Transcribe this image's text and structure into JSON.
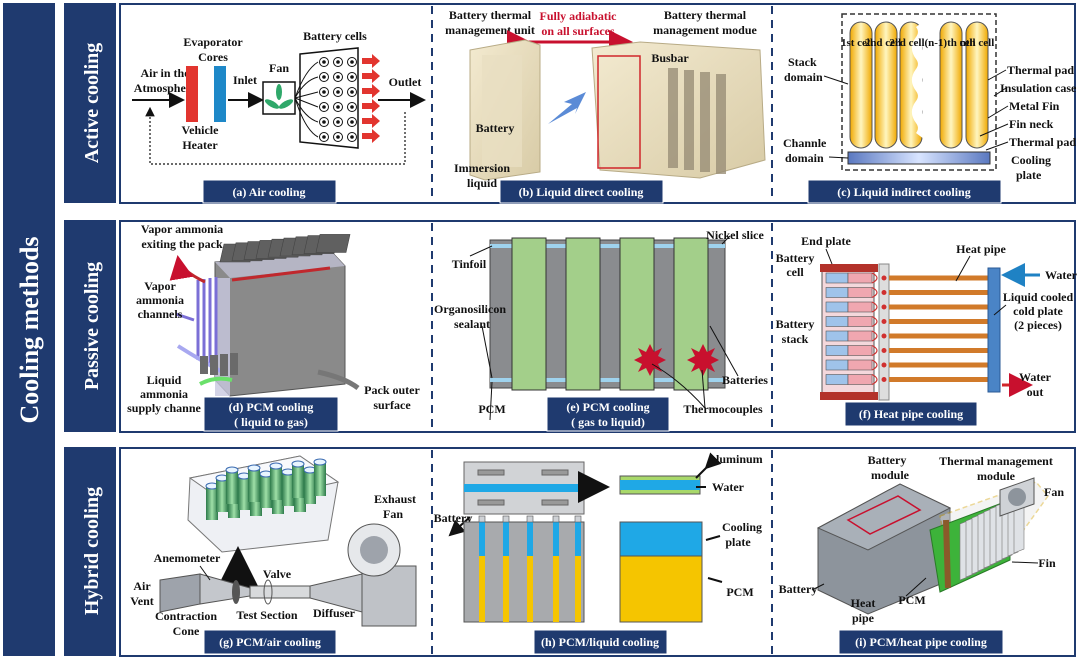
{
  "main_title": "Cooling methods",
  "rows": [
    {
      "title": "Active cooling"
    },
    {
      "title": "Passive cooling"
    },
    {
      "title": "Hybrid cooling"
    }
  ],
  "captions": {
    "a": "(a) Air cooling",
    "b": "(b) Liquid direct cooling",
    "c": "(c) Liquid indirect cooling",
    "d1": "(d) PCM cooling",
    "d2": "( liquid to gas)",
    "e1": "(e) PCM cooling",
    "e2": "( gas to liquid)",
    "f": "(f) Heat pipe cooling",
    "g": "(g) PCM/air cooling",
    "h": "(h) PCM/liquid cooling",
    "i": "(i) PCM/heat pipe cooling"
  },
  "panel_a": {
    "air_in_1": "Air in the",
    "air_in_2": "Atmosphere",
    "evap_1": "Evaporator",
    "evap_2": "Cores",
    "vehicle": "Vehicle",
    "heater": "Heater",
    "inlet": "Inlet",
    "fan": "Fan",
    "battery_cells": "Battery cells",
    "outlet": "Outlet"
  },
  "panel_b": {
    "btmu_1": "Battery thermal",
    "btmu_2": "management unit",
    "adiabatic_1": "Fully adiabatic",
    "adiabatic_2": "on all surfaces",
    "btmm_1": "Battery thermal",
    "btmm_2": "management modue",
    "busbar": "Busbar",
    "battery": "Battery",
    "immersion_1": "Immersion",
    "immersion_2": "liquid"
  },
  "panel_c": {
    "cells": [
      "1st cell",
      "2nd cell",
      "2rd cell",
      "(n-1)th cell",
      "nth cell"
    ],
    "stack_1": "Stack",
    "stack_2": "domain",
    "channel_1": "Channle",
    "channel_2": "domain",
    "thermal_pad": "Thermal pad",
    "insulation": "Insulation case",
    "metal_fin": "Metal Fin",
    "fin_neck": "Fin neck",
    "thermal_pad2": "Thermal pad",
    "cooling_1": "Cooling",
    "cooling_2": "plate"
  },
  "panel_d": {
    "vapor_exit_1": "Vapor ammonia",
    "vapor_exit_2": "exiting the pack",
    "vapor_ch_1": "Vapor",
    "vapor_ch_2": "ammonia",
    "vapor_ch_3": "channels",
    "liquid_1": "Liquid",
    "liquid_2": "ammonia",
    "liquid_3": "supply channe",
    "pack_1": "Pack outer",
    "pack_2": "surface"
  },
  "panel_e": {
    "nickel": "Nickel slice",
    "tinfoil": "Tinfoil",
    "organo_1": "Organosilicon",
    "organo_2": "sealant",
    "pcm": "PCM",
    "batteries": "Batteries",
    "thermocouples": "Thermocouples"
  },
  "panel_f": {
    "end_plate": "End plate",
    "battery_cell_1": "Battery",
    "battery_cell_2": "cell",
    "heat_pipe": "Heat pipe",
    "water_in": "Water in",
    "lcc_1": "Liquid cooled",
    "lcc_2": "cold plate",
    "lcc_3": "(2 pieces)",
    "stack_1": "Battery",
    "stack_2": "stack",
    "water_out_1": "Water",
    "water_out_2": "out"
  },
  "panel_g": {
    "exhaust_1": "Exhaust",
    "exhaust_2": "Fan",
    "anemometer": "Anemometer",
    "air_1": "Air",
    "air_2": "Vent",
    "valve": "Valve",
    "contraction_1": "Contraction",
    "contraction_2": "Cone",
    "test": "Test Section",
    "diffuser": "Diffuser"
  },
  "panel_h": {
    "aluminum": "Aluminum",
    "water": "Water",
    "battery": "Battery",
    "cooling_1": "Cooling",
    "cooling_2": "plate",
    "pcm": "PCM"
  },
  "panel_i": {
    "module_1": "Battery",
    "module_2": "module",
    "tm_1": "Thermal management",
    "tm_2": "module",
    "fan": "Fan",
    "fin": "Fin",
    "battery": "Battery",
    "hp_1": "Heat",
    "hp_2": "pipe",
    "pcm": "PCM"
  },
  "colors": {
    "navy": "#1f3a6f",
    "caption_bg": "#1f3a6f",
    "red": "#d0262b",
    "blue": "#1f82c4",
    "pcm_green": "#a3cf8a",
    "yellow": "#f2b800",
    "cyan": "#2fa8e0",
    "green_bright": "#49c43d"
  }
}
